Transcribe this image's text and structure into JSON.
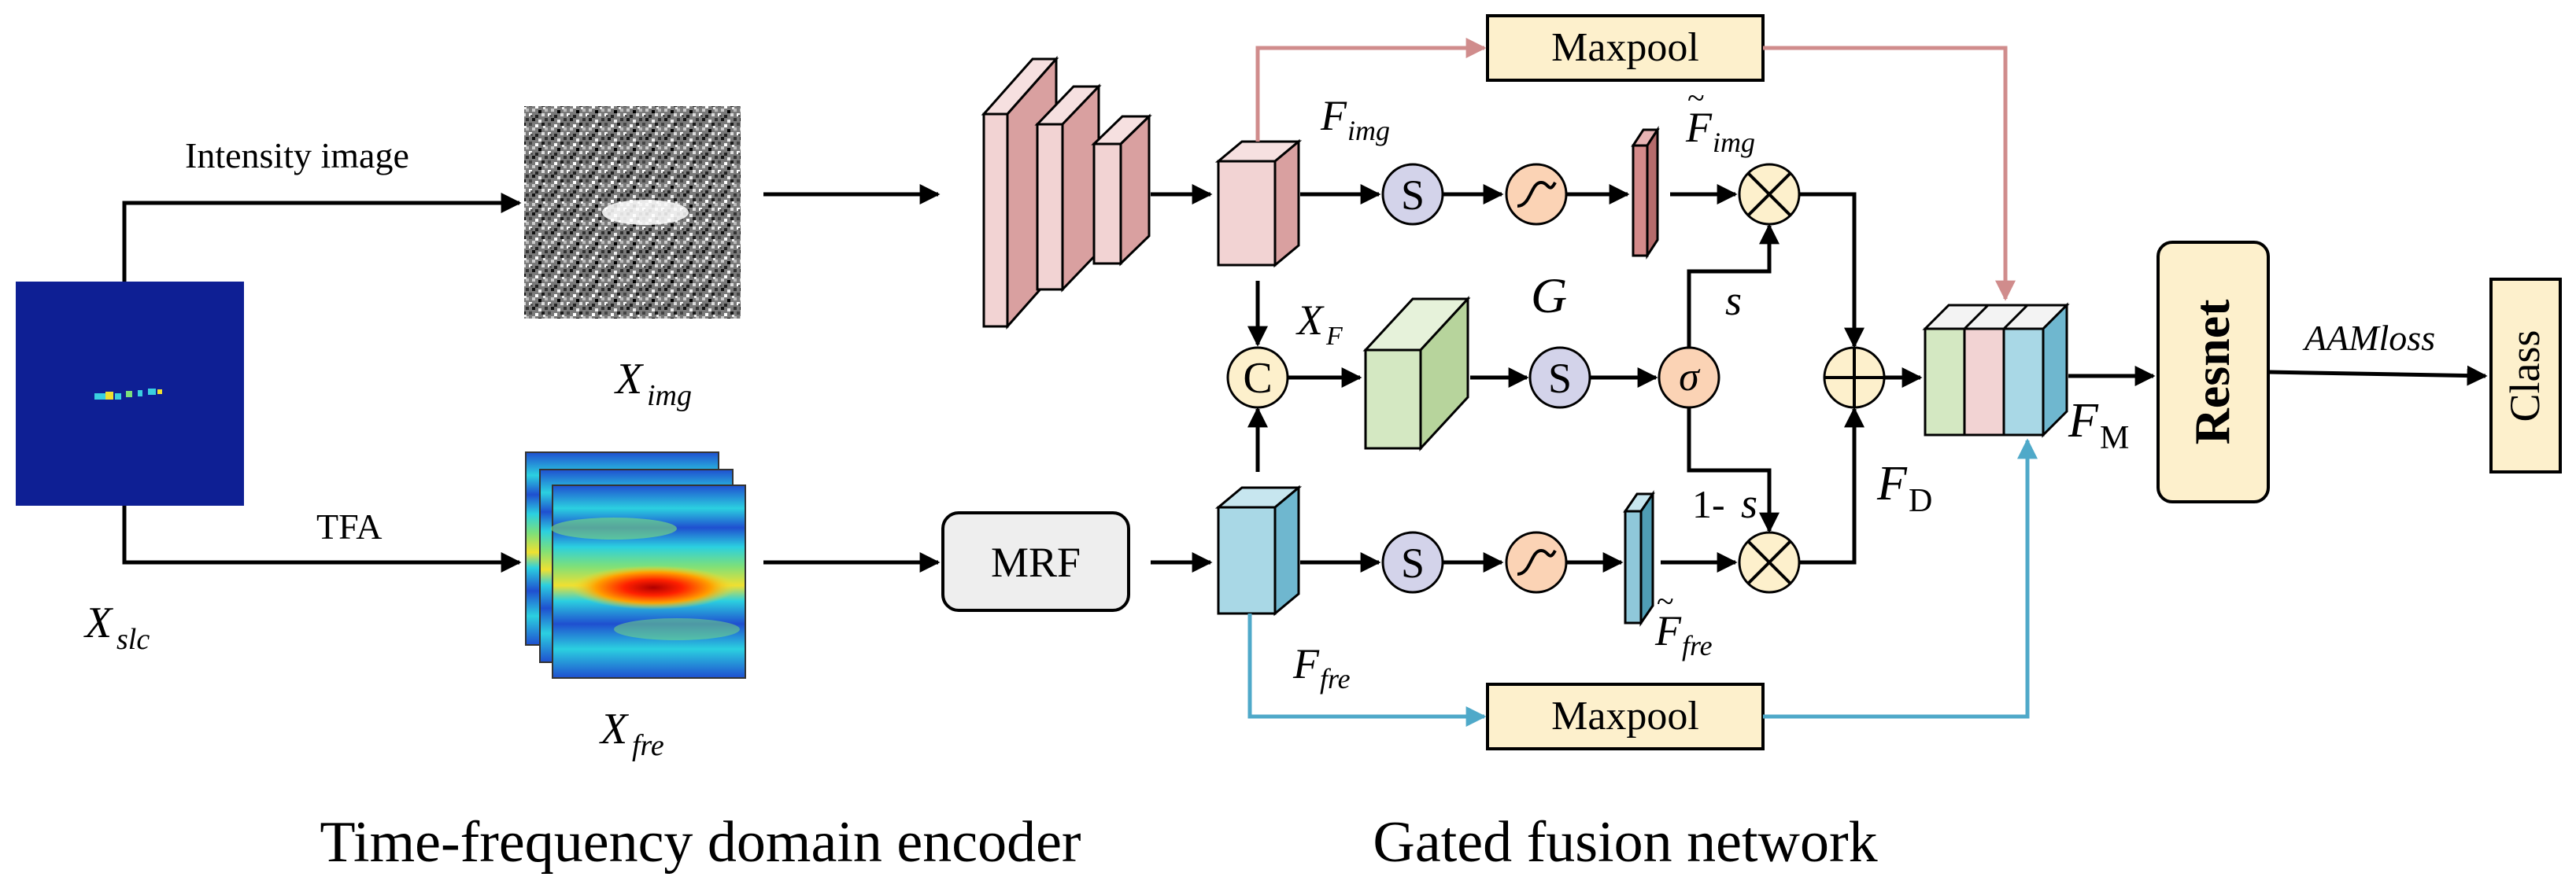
{
  "labels": {
    "intensity_image": "Intensity image",
    "tfa": "TFA",
    "maxpool_top": "Maxpool",
    "maxpool_bottom": "Maxpool",
    "mrf": "MRF",
    "resnet": "Resnet",
    "class": "Class",
    "aamloss": "AAMloss",
    "gate": "G",
    "s_op": "S",
    "c_op": "C",
    "sigma_op": "σ",
    "s_weight": "s",
    "one_minus": "1-",
    "encoder_caption": "Time-frequency domain encoder",
    "fusion_caption": "Gated fusion network"
  },
  "symbols": {
    "x_slc": {
      "base": "X",
      "sub": "slc"
    },
    "x_img": {
      "base": "X",
      "sub": "img"
    },
    "x_fre": {
      "base": "X",
      "sub": "fre"
    },
    "f_img": {
      "base": "F",
      "sub": "img"
    },
    "f_fre": {
      "base": "F",
      "sub": "fre"
    },
    "f_img_tilde": {
      "base": "F",
      "sub": "img"
    },
    "f_fre_tilde": {
      "base": "F",
      "sub": "fre"
    },
    "x_f": {
      "base": "X",
      "sub": "F"
    },
    "f_d": {
      "base": "F",
      "sub": "D"
    },
    "f_m": {
      "base": "F",
      "sub": "M"
    }
  },
  "colors": {
    "pink": "#f2d3d3",
    "pink_dark": "#d9a0a0",
    "blue": "#a9d8e6",
    "blue_dark": "#6fb7cf",
    "green": "#d4e8c2",
    "green_dark": "#b7d49c",
    "maxpool_fill": "#fdf0cc",
    "circle_s": "#d3d3ea",
    "circle_orange": "#fbd3b5",
    "circle_c": "#fdf0cc",
    "circle_mult": "#fdf0cc",
    "arrow_pink": "#d08c8c",
    "arrow_blue": "#4fa9c9"
  }
}
